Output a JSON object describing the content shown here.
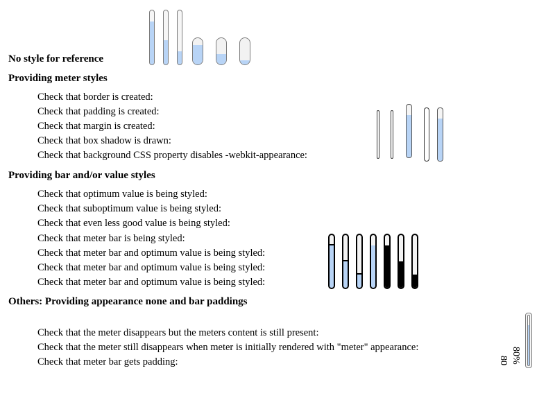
{
  "sections": {
    "reference_title": "No style for reference",
    "meter_styles_title": "Providing meter styles",
    "bar_value_title": "Providing bar and/or value styles",
    "others_title": "Others: Providing appearance none and bar paddings"
  },
  "meter_style_checks": [
    "Check that border is created:",
    "Check that padding is created:",
    "Check that margin is created:",
    "Check that box shadow is drawn:",
    "Check that background CSS property disables -webkit-appearance:"
  ],
  "bar_value_checks": [
    "Check that optimum value is being styled:",
    "Check that suboptimum value is being styled:",
    "Check that even less good value is being styled:",
    "Check that meter bar is being styled:",
    "Check that meter bar and optimum value is being styled:",
    "Check that meter bar and optimum value is being styled:",
    "Check that meter bar and optimum value is being styled:"
  ],
  "others_checks": [
    "Check that the meter disappears but the meters content is still present:",
    "Check that the meter still disappears when meter is initially rendered with \"meter\" appearance:",
    "Check that meter bar gets padding:"
  ],
  "meter_contents": [
    "80",
    "80%"
  ],
  "meters": {
    "reference": [
      0.8,
      0.45,
      0.25,
      0.75,
      0.4,
      0.15
    ],
    "meter_styles": [
      0.0,
      0.0,
      0.8,
      0.0,
      0.8
    ],
    "bar_value": [
      0.8,
      0.5,
      0.25,
      0.8,
      0.8,
      0.5,
      0.25
    ],
    "padding": [
      0.8
    ]
  },
  "colors": {
    "meter_fill": "#b8d4f6",
    "meter_border": "#7b7b7b",
    "dark_border": "#000000"
  }
}
